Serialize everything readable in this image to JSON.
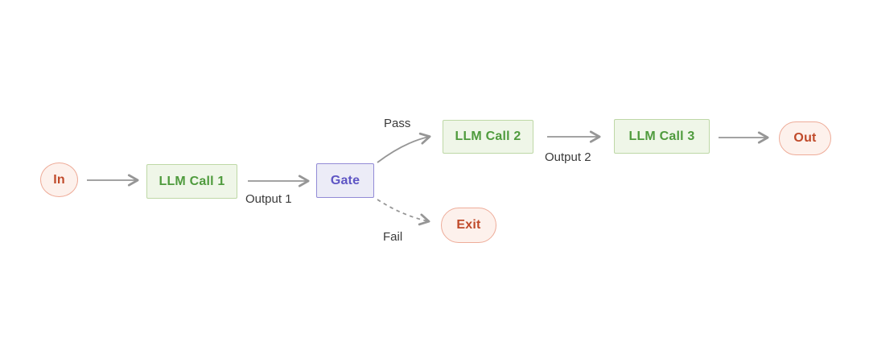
{
  "diagram": {
    "nodes": [
      {
        "id": "in",
        "label": "In",
        "shape": "ellipse",
        "type": "terminal"
      },
      {
        "id": "llm1",
        "label": "LLM Call 1",
        "shape": "rect",
        "type": "process"
      },
      {
        "id": "gate",
        "label": "Gate",
        "shape": "rect",
        "type": "gate"
      },
      {
        "id": "llm2",
        "label": "LLM Call 2",
        "shape": "rect",
        "type": "process"
      },
      {
        "id": "llm3",
        "label": "LLM Call 3",
        "shape": "rect",
        "type": "process"
      },
      {
        "id": "out",
        "label": "Out",
        "shape": "pill",
        "type": "terminal"
      },
      {
        "id": "exit",
        "label": "Exit",
        "shape": "pill",
        "type": "terminal"
      }
    ],
    "edges": [
      {
        "from": "in",
        "to": "llm1",
        "label": "",
        "style": "solid"
      },
      {
        "from": "llm1",
        "to": "gate",
        "label": "Output 1",
        "style": "solid"
      },
      {
        "from": "gate",
        "to": "llm2",
        "label": "Pass",
        "style": "solid-curved"
      },
      {
        "from": "gate",
        "to": "exit",
        "label": "Fail",
        "style": "dashed-curved"
      },
      {
        "from": "llm2",
        "to": "llm3",
        "label": "Output 2",
        "style": "solid"
      },
      {
        "from": "llm3",
        "to": "out",
        "label": "",
        "style": "solid"
      }
    ],
    "colors": {
      "background": "#ffffff",
      "process_fill": "#eff6e8",
      "process_border": "#bed8a6",
      "process_text": "#4f9b3d",
      "gate_fill": "#ececf7",
      "gate_border": "#928bd6",
      "gate_text": "#5e55c4",
      "terminal_fill": "#fdf1ec",
      "terminal_border": "#eeac99",
      "terminal_text": "#c04a2a",
      "arrow": "#969696",
      "label_text": "#3a3a3a"
    }
  }
}
